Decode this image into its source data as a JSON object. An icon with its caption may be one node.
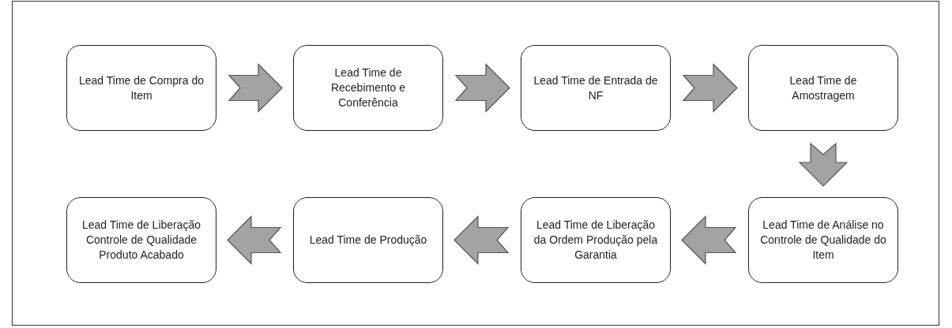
{
  "diagram": {
    "nodes": [
      {
        "text": [
          "Lead Time de Compra do Item"
        ]
      },
      {
        "text": [
          "Lead Time de Recebimento e Conferência"
        ]
      },
      {
        "text": [
          "Lead Time de Entrada de NF"
        ]
      },
      {
        "text": [
          "Lead Time de Amostragem"
        ]
      },
      {
        "text": [
          "Lead Time de Liberação Controle de Qualidade Produto Acabado"
        ]
      },
      {
        "text": [
          "Lead Time de Produção"
        ]
      },
      {
        "text": [
          "Lead Time de Liberação da Ordem Produção pela Garantia"
        ]
      },
      {
        "text": [
          "Lead Time de Análise no Controle de Qualidade do Item"
        ]
      }
    ],
    "edges": [
      {
        "from": 0,
        "to": 1,
        "arrow": "to"
      },
      {
        "from": 1,
        "to": 2,
        "arrow": "to"
      },
      {
        "from": 2,
        "to": 3,
        "arrow": "to"
      },
      {
        "from": 3,
        "to": 7,
        "arrow": "to"
      },
      {
        "from": 7,
        "to": 6,
        "arrow": "to"
      },
      {
        "from": 6,
        "to": 5,
        "arrow": "to"
      },
      {
        "from": 5,
        "to": 4,
        "arrow": "to"
      }
    ]
  }
}
